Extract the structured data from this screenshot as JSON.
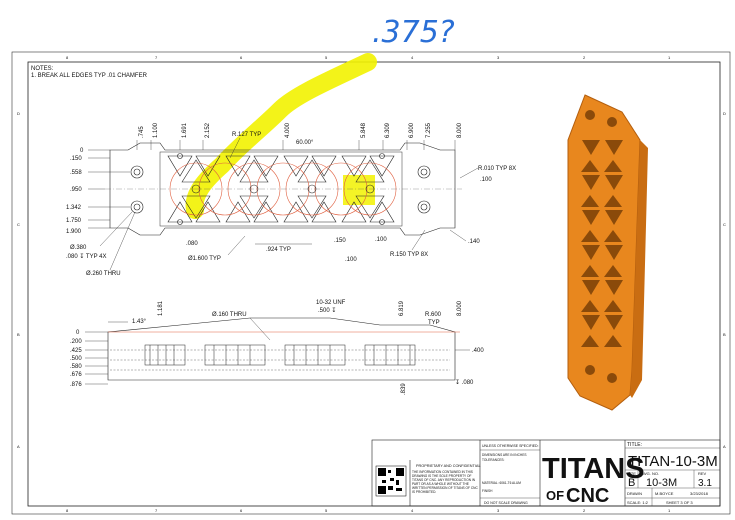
{
  "handwritten_note": ".375?",
  "notes": {
    "header": "NOTES:",
    "line1": "1. BREAK ALL EDGES TYP .01 CHAMFER"
  },
  "zone_letters": [
    "D",
    "C",
    "B",
    "A"
  ],
  "zone_numbers": [
    "8",
    "7",
    "6",
    "5",
    "4",
    "3",
    "2",
    "1"
  ],
  "top_view": {
    "x_dims": [
      ".745",
      "1.100",
      "1.691",
      "2.152",
      "4.000",
      "5.848",
      "6.309",
      "6.900",
      "7.255",
      "8.000"
    ],
    "y_dims": [
      "0",
      ".150",
      ".558",
      ".950",
      "1.342",
      "1.750",
      "1.900"
    ],
    "callouts": {
      "r127": "R.127 TYP",
      "angle": "60.00°",
      "r010": "R.010 TYP 8X",
      "d100a": ".100",
      "hole1": "Ø.380",
      "hole2": ".080 ↧ TYP 4X",
      "thru": "Ø.260 THRU",
      "d080": ".080",
      "d1600": "Ø1.600 TYP",
      "d924": ".924 TYP",
      "d150": ".150",
      "d100b": ".100",
      "d100c": ".100",
      "r150": "R.150 TYP 8X",
      "d140": ".140"
    }
  },
  "side_view": {
    "y_dims": [
      "0",
      ".200",
      ".425",
      ".500",
      ".580",
      ".676",
      ".876"
    ],
    "callouts": {
      "angle": "1.43°",
      "d1181": "1.181",
      "thru": "Ø.160 THRU",
      "unf": "10-32 UNF",
      "unf_depth": ".500 ↧",
      "d6819": "6.819",
      "d8000": "8.000",
      "r600": "R.600",
      "typ": "TYP",
      "d400": ".400",
      "d080": "↧ .080",
      "d839": ".839"
    }
  },
  "title_block": {
    "unless": "UNLESS OTHERWISE SPECIFIED:",
    "dims_in": "DIMENSIONS ARE IN INCHES",
    "tolerances": "TOLERANCES:",
    "material": "MATERIAL: 6061-T6 ALUM",
    "finish": "FINISH",
    "proprietary": "PROPRIETARY AND CONFIDENTIAL",
    "proprietary_text": "THE INFORMATION CONTAINED IN THIS DRAWING IS THE SOLE PROPERTY OF TITANS OF CNC. ANY REPRODUCTION IN PART OR AS A WHOLE WITHOUT THE WRITTEN PERMISSION OF TITANS OF CNC IS PROHIBITED.",
    "do_not_scale": "DO NOT SCALE DRAWING",
    "logo_top": "TITANS",
    "logo_bottom_of": "OF",
    "logo_bottom_cnc": "CNC",
    "title_label": "TITLE:",
    "title": "TITAN-10-3M",
    "size_label": "SIZE",
    "size": "B",
    "dwg_label": "DWG. NO.",
    "dwg": "10-3M",
    "rev_label": "REV",
    "rev": "3.1",
    "drawn_label": "DRAWN",
    "drawn_by": "M.BOYCE",
    "date": "3/23/2018",
    "scale": "SCALE: 1:2",
    "sheet": "SHEET 3 OF 3"
  },
  "colors": {
    "highlighter": "#f2f200",
    "part_orange": "#e8871e",
    "handwriting": "#2a6fd6",
    "pocket_red": "#e06040"
  }
}
